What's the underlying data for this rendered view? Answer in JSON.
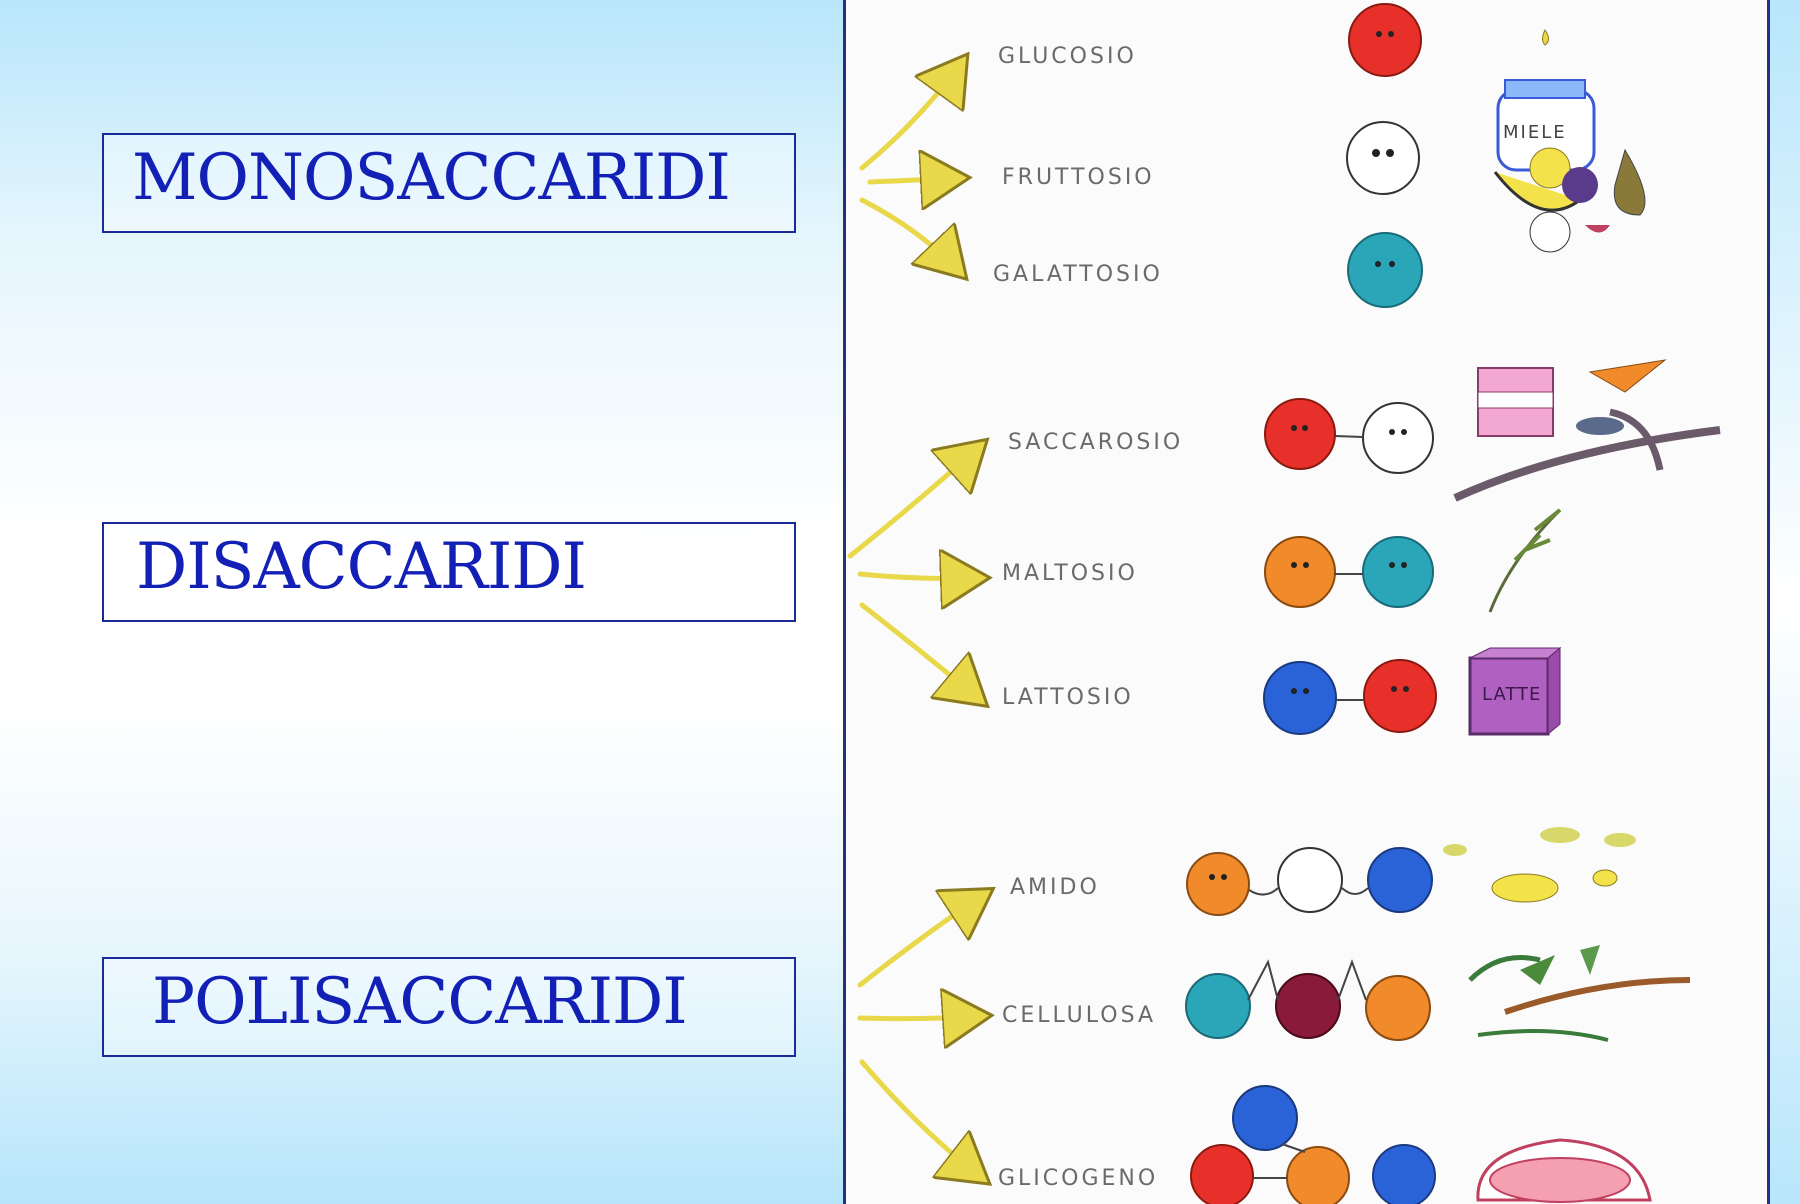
{
  "categories": {
    "mono": "MONOSACCARIDI",
    "di": "DISACCARIDI",
    "poli": "POLISACCARIDI"
  },
  "sugars": {
    "glucosio": "GLUCOSIO",
    "fruttosio": "FRUTTOSIO",
    "galattosio": "GALATTOSIO",
    "saccarosio": "SACCAROSIO",
    "maltosio": "MALTOSIO",
    "lattosio": "LATTOSIO",
    "amido": "AMIDO",
    "cellulosa": "CELLULOSA",
    "glicogeno": "GLICOGENO"
  },
  "food_labels": {
    "honey_jar": "MIELE",
    "milk_box": "LATTE"
  },
  "colors": {
    "glucose": "#e8302a",
    "fructose": "#ffffff",
    "galactose": "#2aa6b8",
    "arrow": "#e9d84a",
    "box_border": "#1a2a9a",
    "box_text": "#1220b5"
  }
}
